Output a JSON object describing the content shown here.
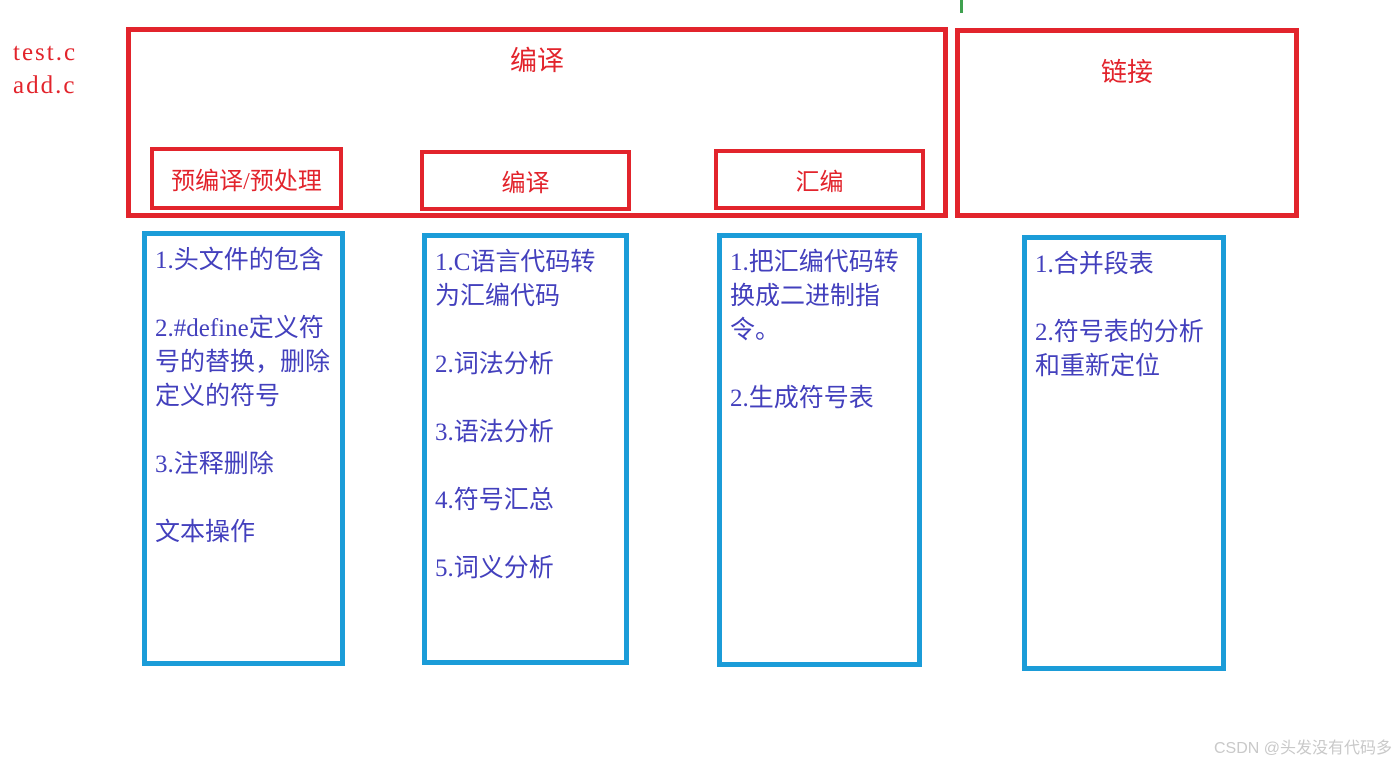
{
  "colors": {
    "red": "#e2242c",
    "blue_border": "#1b9cd8",
    "blue_text": "#4340bd",
    "green": "#3fa14f",
    "watermark_gray": "#c9c9c9"
  },
  "source_files": {
    "file1": "test.c",
    "file2": "add.c"
  },
  "compile_section": {
    "title": "编译",
    "stages": [
      {
        "label": "预编译/预处理"
      },
      {
        "label": "编译"
      },
      {
        "label": "汇编"
      }
    ]
  },
  "link_section": {
    "title": "链接"
  },
  "detail_boxes": [
    {
      "items": [
        "1.头文件的包含",
        "2.#define定义符号的替换，删除定义的符号",
        "3.注释删除",
        "文本操作"
      ]
    },
    {
      "items": [
        "1.C语言代码转为汇编代码",
        "2.词法分析",
        "3.语法分析",
        "4.符号汇总",
        "5.词义分析"
      ]
    },
    {
      "items": [
        "1.把汇编代码转换成二进制指令。",
        "2.生成符号表"
      ]
    },
    {
      "items": [
        "1.合并段表",
        "2.符号表的分析和重新定位"
      ]
    }
  ],
  "watermark": "CSDN @头发没有代码多"
}
